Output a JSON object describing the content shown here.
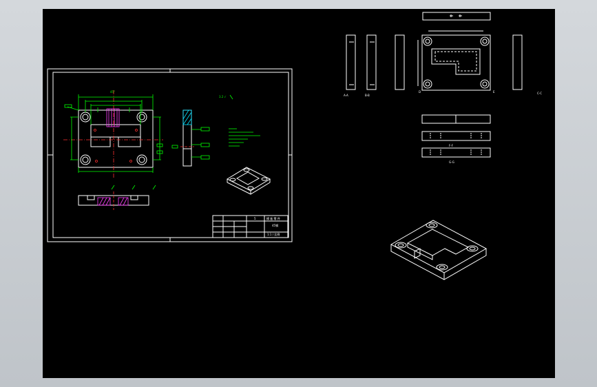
{
  "viewer": {
    "background": "#000000",
    "frame_color": "#c9cdd2",
    "line_colors": {
      "outline": "#ffffff",
      "dimension": "#00ff00",
      "center": "#ff3030",
      "hatch": "#ff40ff",
      "section": "#00e0ff"
    }
  },
  "title_block": {
    "cell_a": "5",
    "cell_b": "模 板 零 件",
    "cell_c": "45钢",
    "cell_d": "1:1 / 比例"
  }
}
